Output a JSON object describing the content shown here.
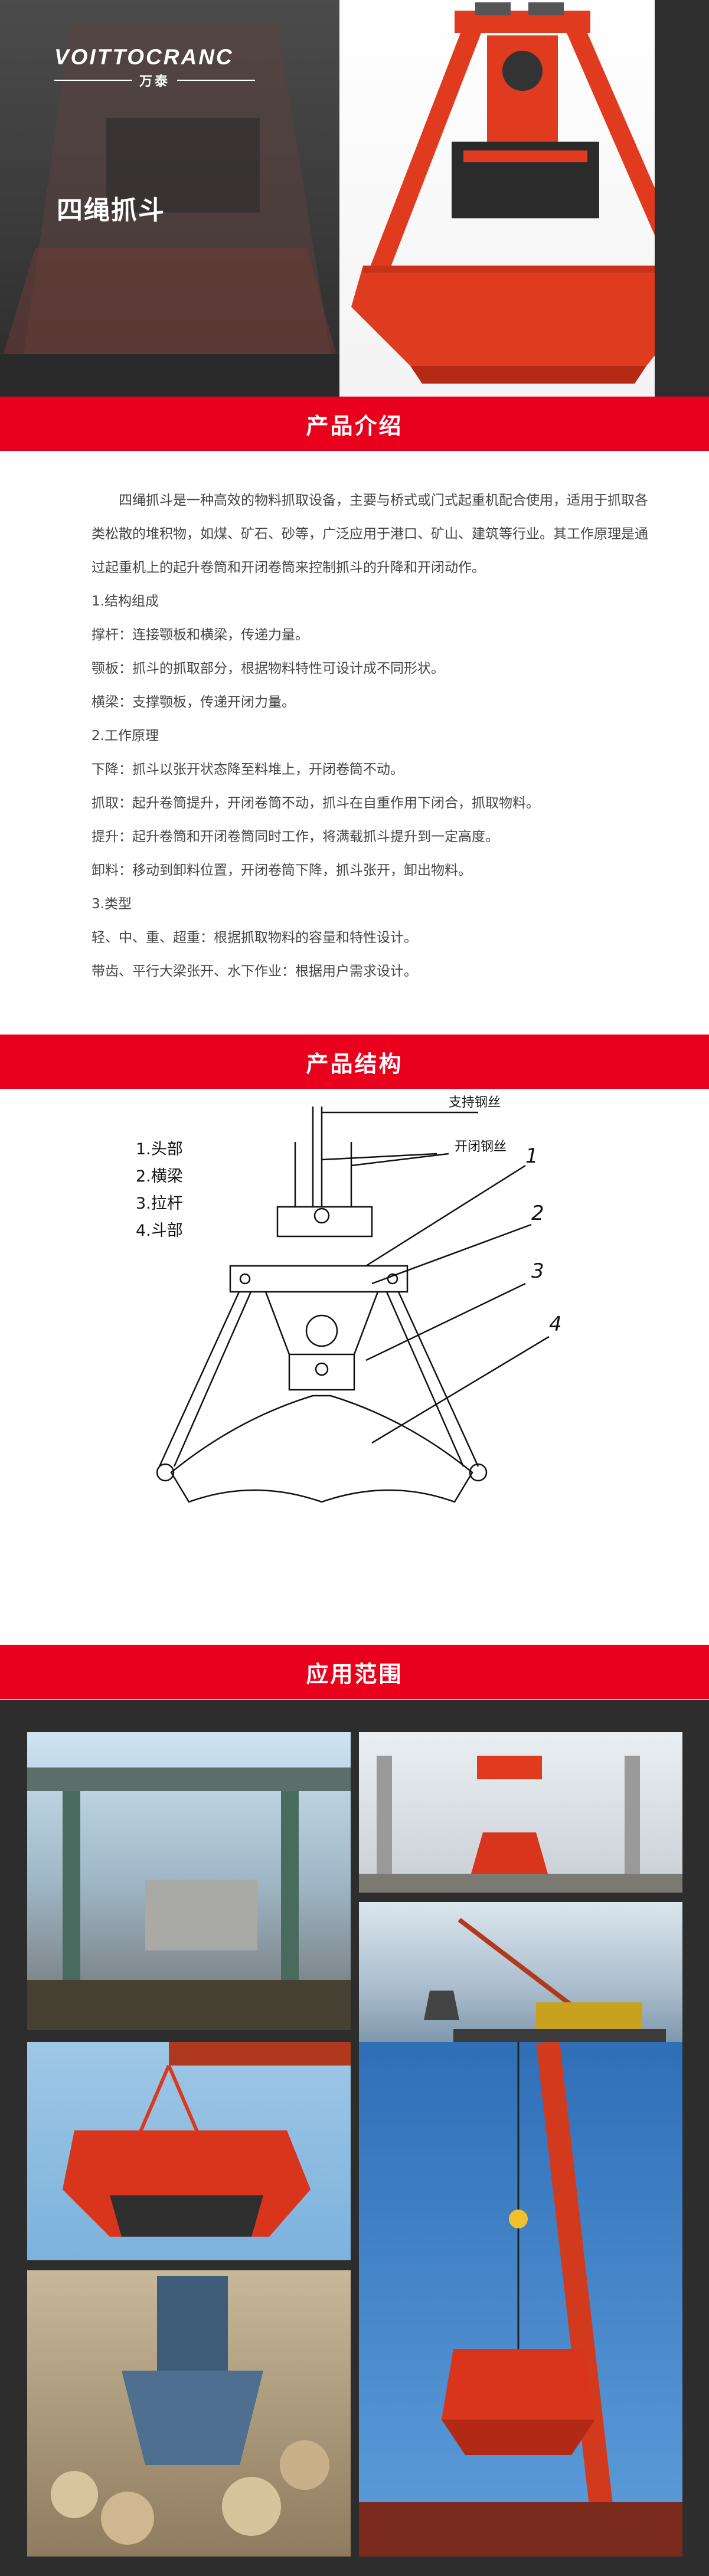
{
  "brand": {
    "logo_text": "VOITTOCRANC",
    "logo_sub": "万泰"
  },
  "hero": {
    "title": "四绳抓斗"
  },
  "sections": {
    "intro_header": "产品介绍",
    "structure_header": "产品结构",
    "application_header": "应用范围"
  },
  "intro": {
    "paragraph": "四绳抓斗是一种高效的物料抓取设备，主要与桥式或门式起重机配合使用，适用于抓取各类松散的堆积物，如煤、矿石、砂等，广泛应用于港口、矿山、建筑等行业。其工作原理是通过起重机上的起升卷筒和开闭卷筒来控制抓斗的升降和开闭动作。",
    "lines": [
      "1.结构组成",
      "撑杆：连接颚板和横梁，传递力量。",
      "颚板：抓斗的抓取部分，根据物料特性可设计成不同形状。",
      "横梁：支撑颚板，传递开闭力量。",
      "2.工作原理",
      "下降：抓斗以张开状态降至料堆上，开闭卷筒不动。",
      "抓取：起升卷筒提升，开闭卷筒不动，抓斗在自重作用下闭合，抓取物料。",
      "提升：起升卷筒和开闭卷筒同时工作，将满载抓斗提升到一定高度。",
      "卸料：移动到卸料位置，开闭卷筒下降，抓斗张开，卸出物料。",
      "3.类型",
      "轻、中、重、超重：根据抓取物料的容量和特性设计。",
      "带齿、平行大梁张开、水下作业：根据用户需求设计。"
    ]
  },
  "structure": {
    "legend": [
      "1.头部",
      "2.横梁",
      "3.拉杆",
      "4.斗部"
    ],
    "label_support": "支持钢丝",
    "label_open": "开闭钢丝",
    "num_1": "1",
    "num_2": "2",
    "num_3": "3",
    "num_4": "4"
  },
  "colors": {
    "brand_red": "#e8001c",
    "grab_red": "#d9341c",
    "dark_bg": "#2d2d2d"
  }
}
